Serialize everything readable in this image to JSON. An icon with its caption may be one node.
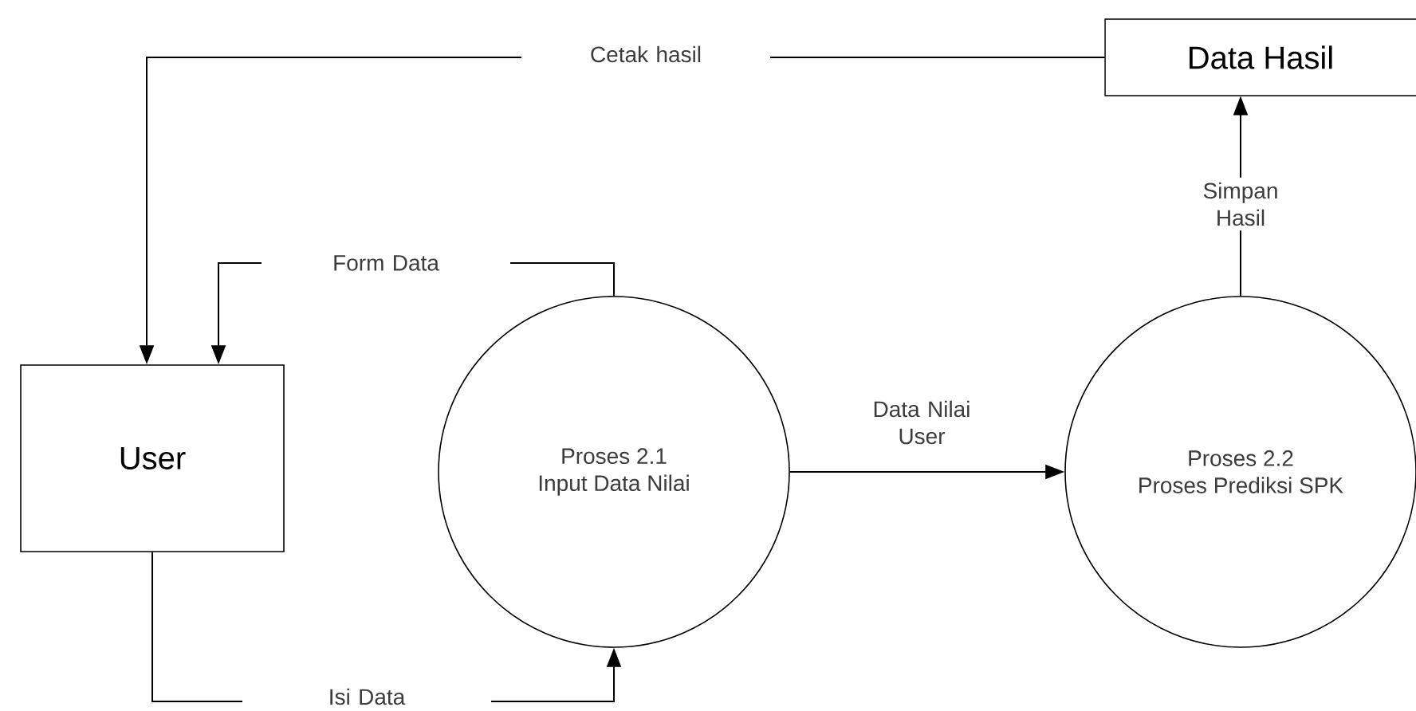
{
  "diagram": {
    "nodes": [
      {
        "text": [
          "User"
        ]
      },
      {
        "text": [
          "Proses 2.1",
          "Input Data Nilai"
        ]
      },
      {
        "text": [
          "Proses 2.2",
          "Proses Prediksi SPK"
        ]
      },
      {
        "text": [
          "Data Hasil"
        ]
      }
    ],
    "edges": [
      {
        "from": 3,
        "to": 0,
        "arrow": "to",
        "label": "Cetak hasil"
      },
      {
        "from": 1,
        "to": 0,
        "arrow": "to",
        "label": "Form Data"
      },
      {
        "from": 0,
        "to": 1,
        "arrow": "to",
        "label": "Isi Data"
      },
      {
        "from": 1,
        "to": 2,
        "arrow": "to",
        "label": "Data Nilai User"
      },
      {
        "from": 2,
        "to": 3,
        "arrow": "to",
        "label": "Simpan Hasil"
      }
    ]
  }
}
